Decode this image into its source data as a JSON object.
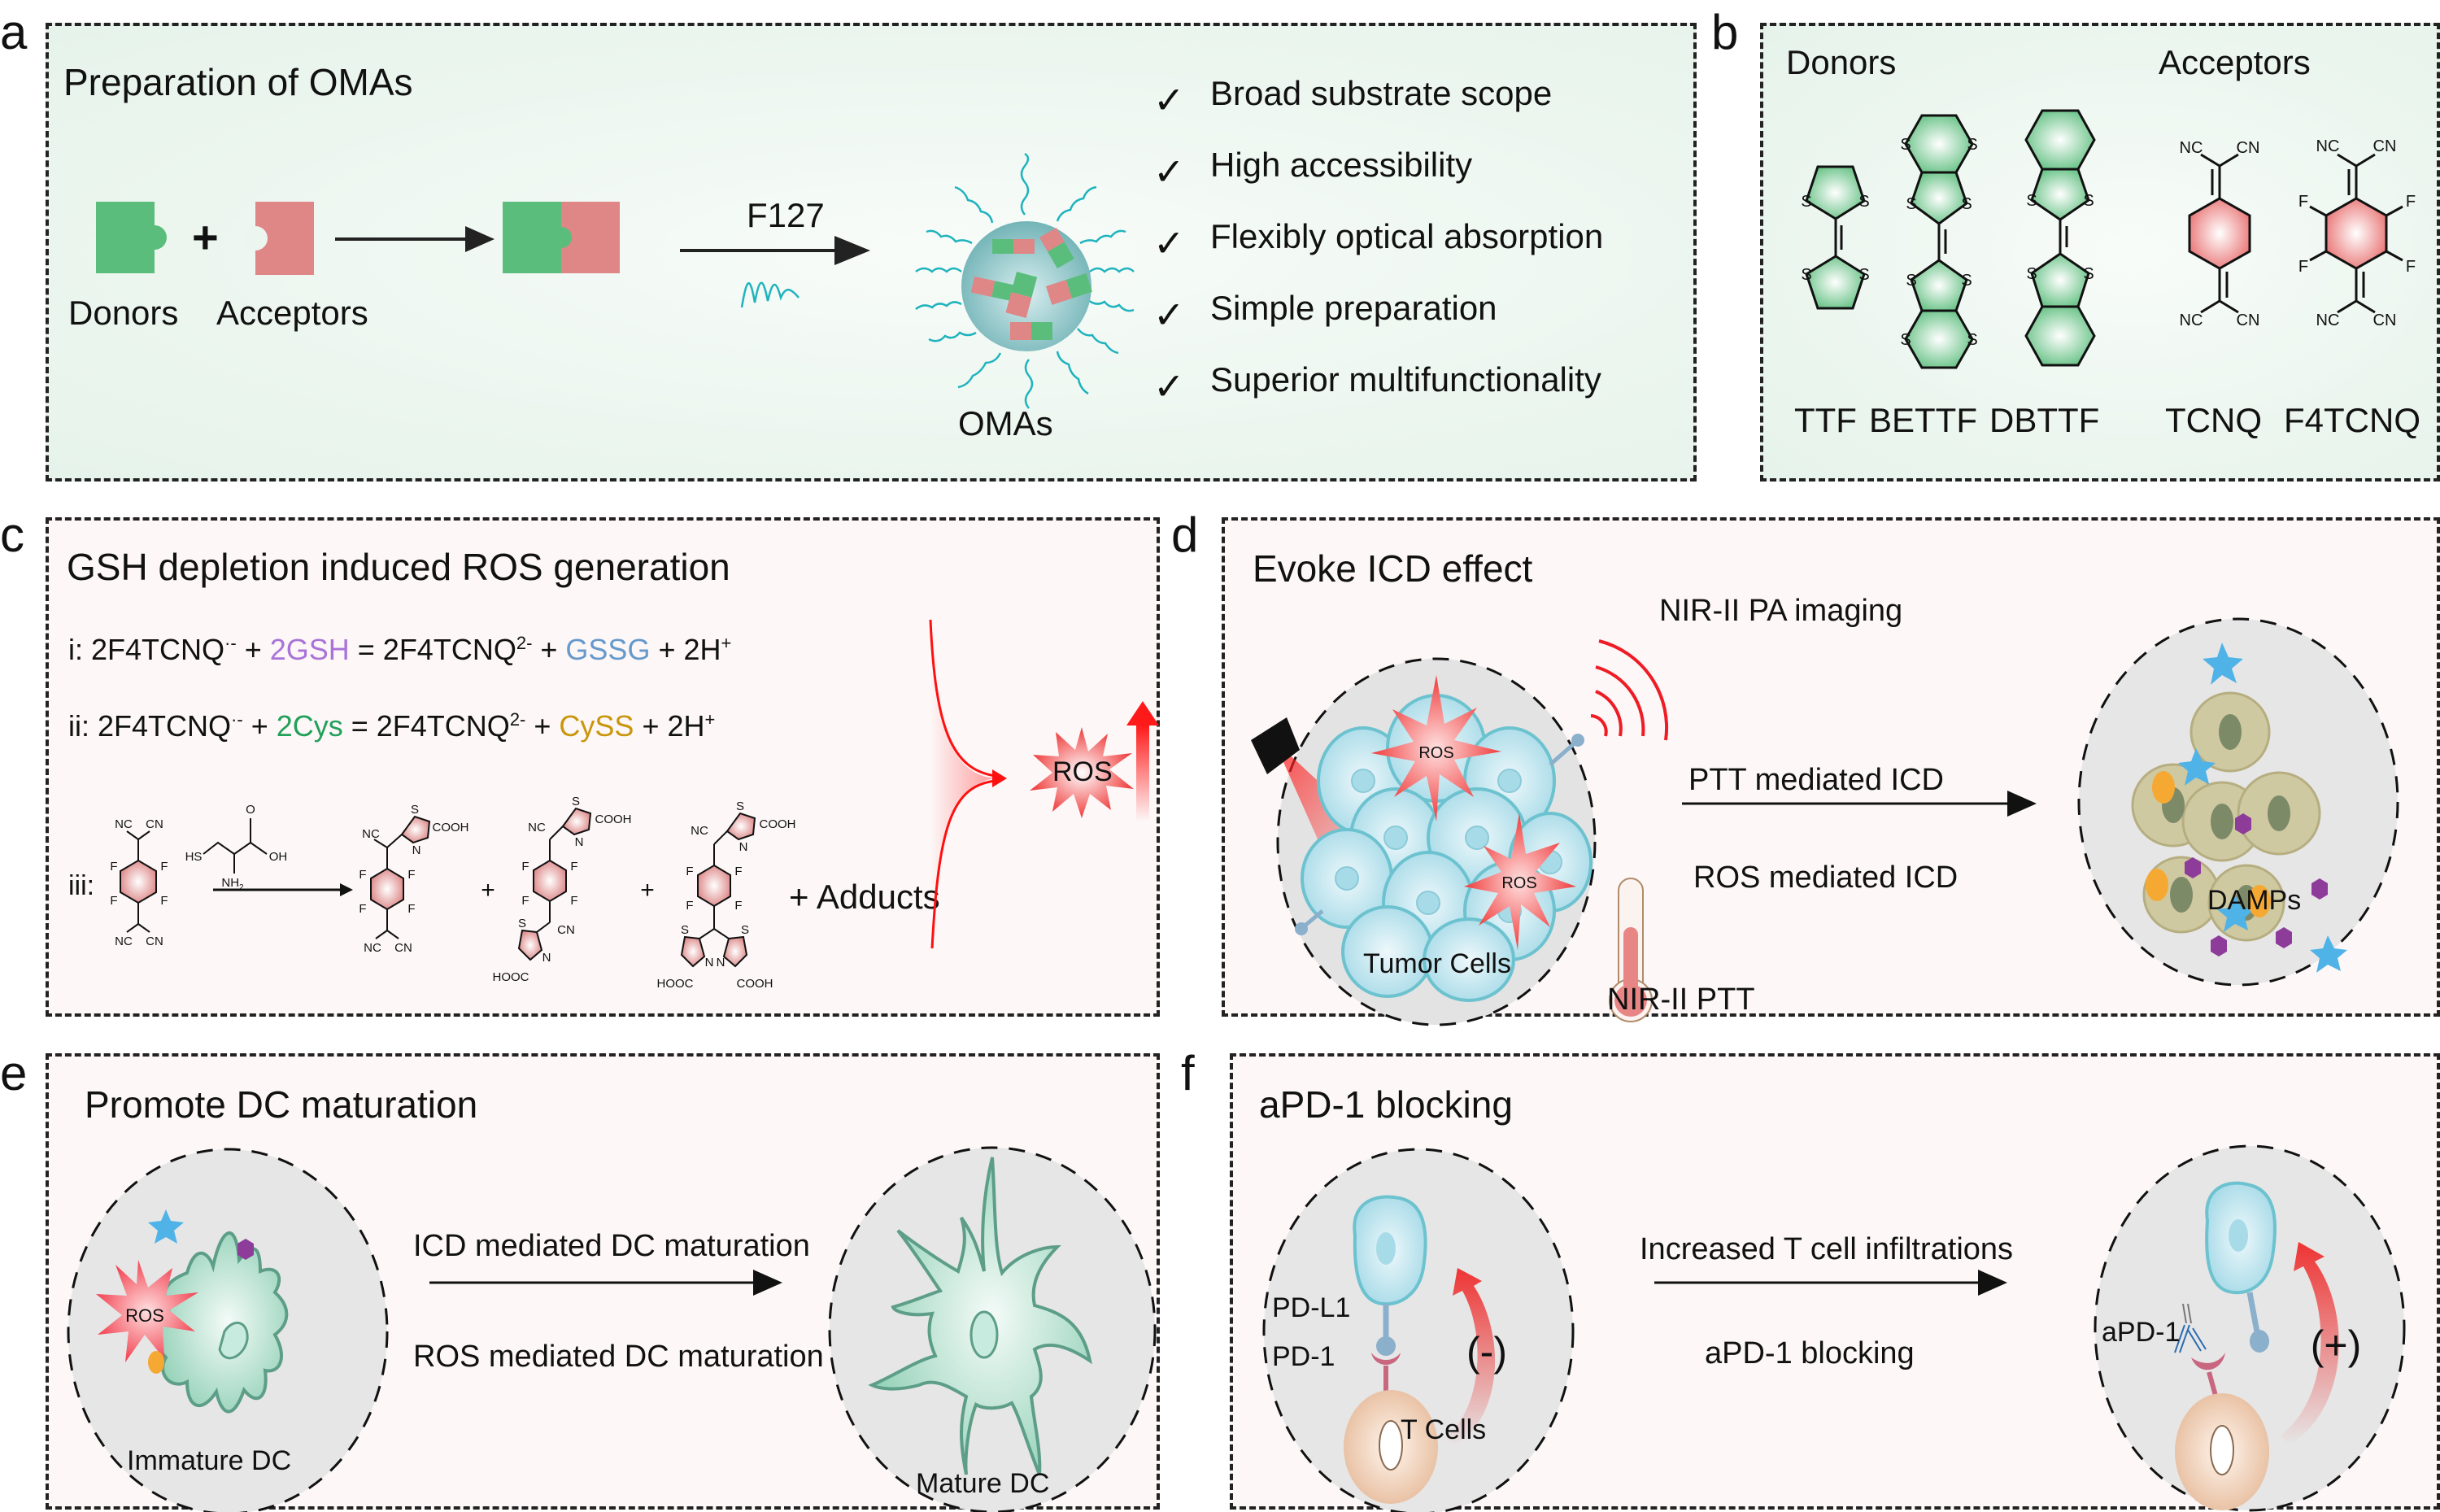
{
  "panels": {
    "a": {
      "label": "a",
      "title": "Preparation of OMAs",
      "donors_label": "Donors",
      "acceptors_label": "Acceptors",
      "reagent_label": "F127",
      "product_label": "OMAs",
      "features": [
        {
          "icon": "check-icon",
          "glyph": "✓",
          "text": "Broad substrate scope"
        },
        {
          "icon": "check-icon",
          "glyph": "✓",
          "text": "High accessibility"
        },
        {
          "icon": "check-icon",
          "glyph": "✓",
          "text": "Flexibly optical absorption"
        },
        {
          "icon": "check-icon",
          "glyph": "✓",
          "text": "Simple preparation"
        },
        {
          "icon": "check-icon",
          "glyph": "✓",
          "text": "Superior multifunctionality"
        }
      ],
      "plus": "+"
    },
    "b": {
      "label": "b",
      "donors_heading": "Donors",
      "acceptors_heading": "Acceptors",
      "donors": [
        "TTF",
        "BETTF",
        "DBTTF"
      ],
      "acceptors": [
        "TCNQ",
        "F4TCNQ"
      ],
      "atom_labels": {
        "S": "S",
        "F": "F",
        "NC": "NC",
        "CN": "CN"
      }
    },
    "c": {
      "label": "c",
      "title": "GSH depletion induced ROS generation",
      "eq_i": {
        "prefix": "i: 2F4TCNQ",
        "radical_sup": "·-",
        "plus1": " + ",
        "reactant": "2GSH",
        "mid": " = 2F4TCNQ",
        "dianion_sup": "2-",
        "plus2": " + ",
        "product": "GSSG",
        "suffix": " + 2H",
        "proton_sup": "+"
      },
      "eq_ii": {
        "prefix": "ii: 2F4TCNQ",
        "radical_sup": "·-",
        "plus1": " + ",
        "reactant": "2Cys",
        "mid": " = 2F4TCNQ",
        "dianion_sup": "2-",
        "plus2": " + ",
        "product": "CySS",
        "suffix": " + 2H",
        "proton_sup": "+"
      },
      "eq_iii_label": "iii:",
      "cysteine_labels": {
        "HS": "HS",
        "O": "O",
        "OH": "OH",
        "NH2": "NH",
        "NH2_sub": "2"
      },
      "thiazoline_labels": {
        "S": "S",
        "N": "N",
        "COOH": "COOH",
        "HOOC": "HOOC"
      },
      "plus": "+",
      "adducts": "+ Adducts",
      "ros": "ROS",
      "colors": {
        "gsh": "#a974d8",
        "gssg": "#6699cc",
        "cys": "#22a05a",
        "cyss": "#c9960c"
      }
    },
    "d": {
      "label": "d",
      "title": "Evoke ICD effect",
      "pa_imaging": "NIR-II PA imaging",
      "ptt_icd": "PTT mediated ICD",
      "ros_icd": "ROS mediated ICD",
      "tumor_cells": "Tumor Cells",
      "ptt": "NIR-II PTT",
      "damps": "DAMPs",
      "ros": "ROS"
    },
    "e": {
      "label": "e",
      "title": "Promote DC maturation",
      "icd_dc": "ICD mediated DC maturation",
      "ros_dc": "ROS mediated DC maturation",
      "immature": "Immature DC",
      "mature": "Mature DC",
      "ros": "ROS"
    },
    "f": {
      "label": "f",
      "title": "aPD-1 blocking",
      "infiltration": "Increased T cell infiltrations",
      "blocking": "aPD-1 blocking",
      "pdl1": "PD-L1",
      "pd1": "PD-1",
      "t_cells": "T Cells",
      "apd1": "aPD-1",
      "minus": "(-)",
      "plus": "(+)"
    }
  },
  "colors": {
    "donor_green": "#5bbd7c",
    "acceptor_pink": "#df8686",
    "f127_teal": "#1fb3bd",
    "ros_red": "#ee2a2a",
    "tumor_blue": "#a8dbe8",
    "dc_green": "#8fcfb5"
  }
}
